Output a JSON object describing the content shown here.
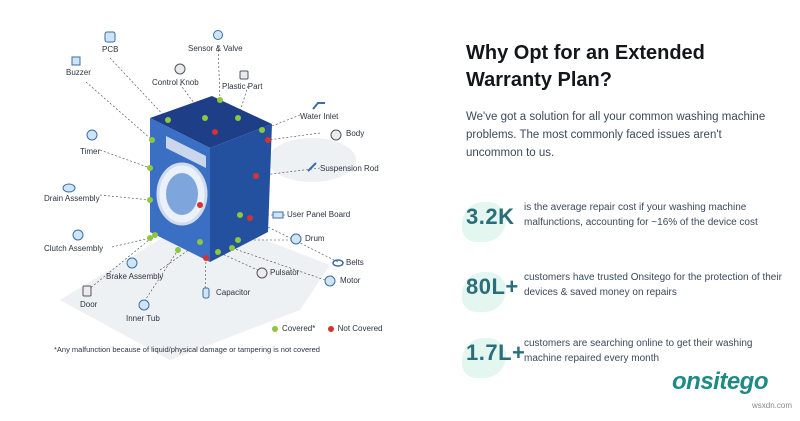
{
  "heading": {
    "line1": "Why Opt for an Extended",
    "line2": "Warranty Plan?"
  },
  "intro": "We've got a solution for all your common washing machine problems. The most commonly faced issues aren't uncommon to us.",
  "stats": [
    {
      "value": "3.2K",
      "text": "is the average repair cost if your washing machine malfunctions, accounting for ~16% of the device cost"
    },
    {
      "value": "80L+",
      "text": "customers have trusted Onsitego for the protection of their devices & saved money on repairs"
    },
    {
      "value": "1.7L+",
      "text": "customers are searching online to get their washing machine repaired every month"
    }
  ],
  "parts": {
    "pcb": "PCB",
    "sensor_valve": "Sensor & Valve",
    "buzzer": "Buzzer",
    "control_knob": "Control Knob",
    "plastic_part": "Plastic Part",
    "water_inlet": "Water Inlet",
    "body": "Body",
    "timer": "Timer",
    "suspension_rod": "Suspension Rod",
    "drain_assembly": "Drain Assembly",
    "user_panel_board": "User Panel Board",
    "drum": "Drum",
    "clutch_assembly": "Clutch Assembly",
    "belts": "Belts",
    "brake_assembly": "Brake Assembly",
    "pulsator": "Pulsator",
    "motor": "Motor",
    "capacitor": "Capacitor",
    "door": "Door",
    "inner_tub": "Inner Tub"
  },
  "legend": {
    "covered": "Covered*",
    "not_covered": "Not Covered"
  },
  "footnote": "*Any malfunction because of liquid/physical damage or tampering is not covered",
  "brand": "onsitego",
  "watermark": "wsxdn.com",
  "colors": {
    "covered": "#8dc63f",
    "not_covered": "#d6322e",
    "machine": "#3b6fc4",
    "accent": "#2a6e7a",
    "brand": "#1e8a86"
  }
}
